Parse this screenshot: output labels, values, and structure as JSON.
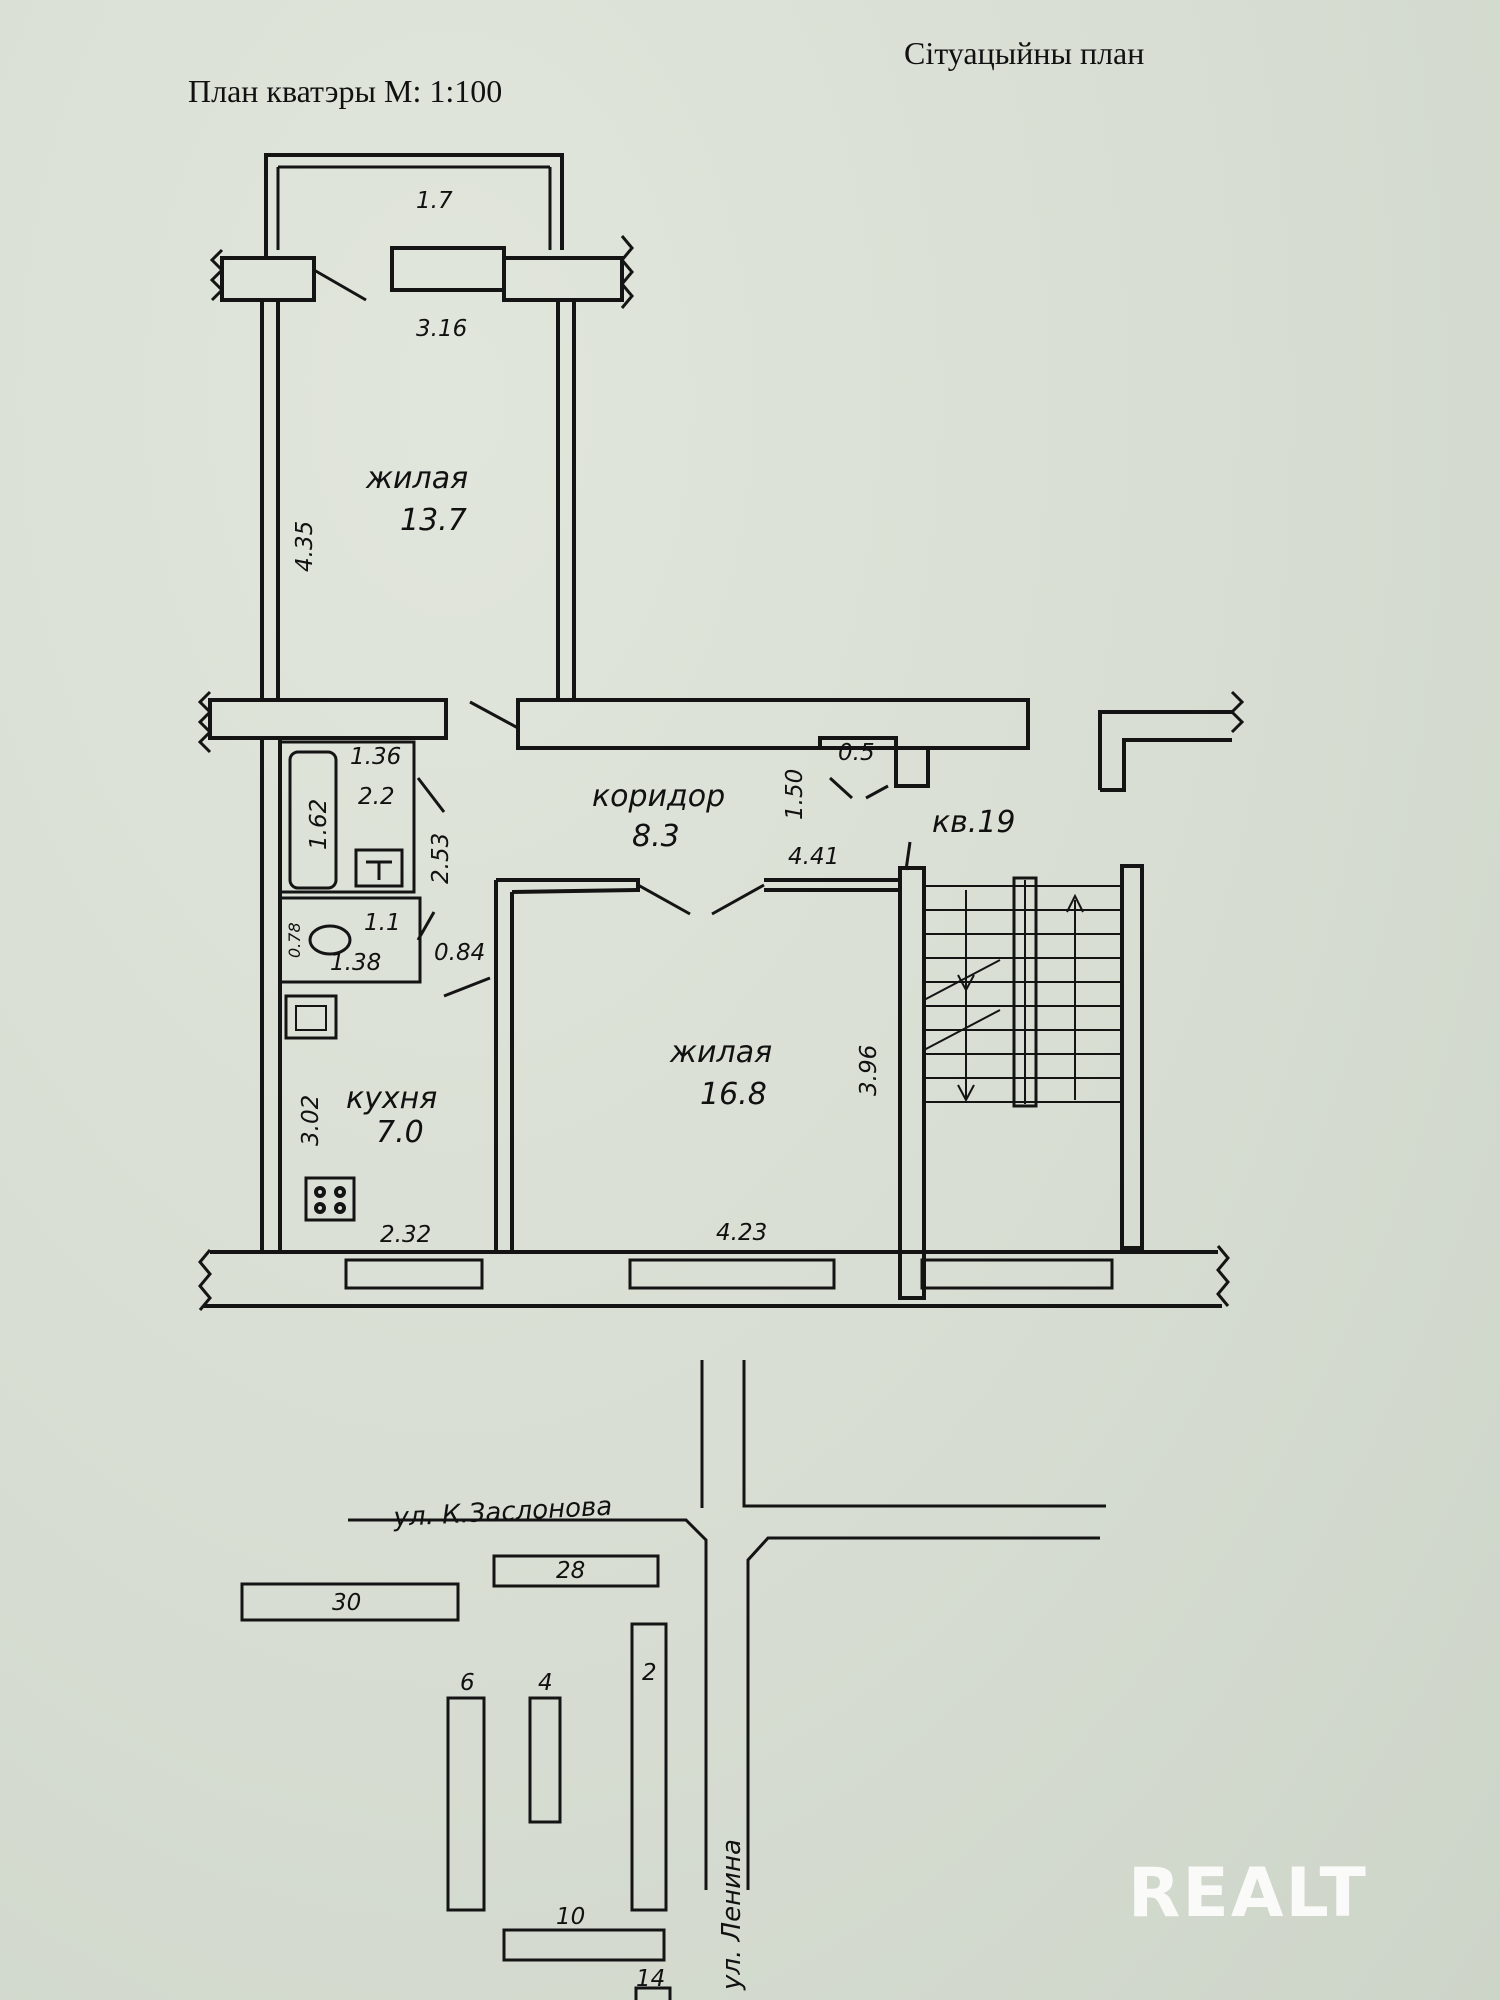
{
  "header": {
    "title_left": "План кватэры М:  1:100",
    "title_right": "Сітуацыйны план"
  },
  "plan": {
    "apartment_label": "кв.19",
    "balcony": {
      "area": "1.7",
      "width": "3.16"
    },
    "room_north": {
      "name": "жилая",
      "area": "13.7",
      "length": "4.35"
    },
    "corridor": {
      "name": "коридор",
      "area": "8.3",
      "width": "4.41",
      "depth": "1.50"
    },
    "closet": {
      "area": "0.5"
    },
    "bathroom": {
      "area": "2.2",
      "width": "1.36",
      "length": "1.62",
      "side": "2.53"
    },
    "toilet": {
      "area": "1.1",
      "width": "1.38",
      "length": "0.78",
      "door": "0.84"
    },
    "kitchen": {
      "name": "кухня",
      "area": "7.0",
      "length": "3.02",
      "width": "2.32"
    },
    "room_south": {
      "name": "жилая",
      "area": "16.8",
      "length": "3.96",
      "width": "4.23"
    }
  },
  "site_plan": {
    "streets": [
      "ул. К.Заслонова",
      "ул. Ленина"
    ],
    "buildings": [
      "30",
      "28",
      "6",
      "4",
      "2",
      "10",
      "14"
    ]
  },
  "watermark": "REALT"
}
